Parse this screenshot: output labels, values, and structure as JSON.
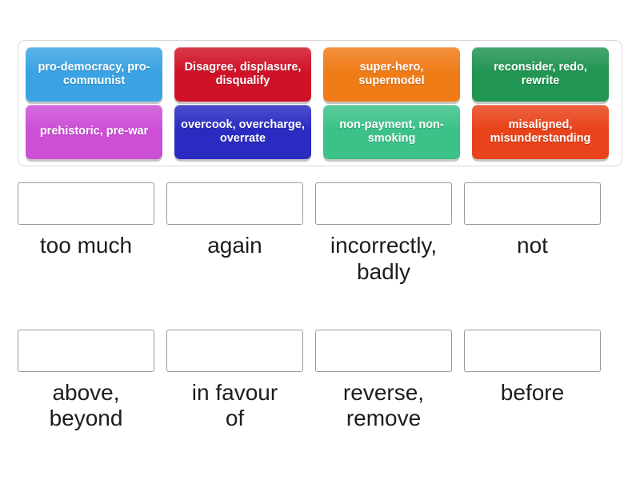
{
  "activity": {
    "type": "match-up-drag-and-drop",
    "tray_label": "draggable-answer-tiles"
  },
  "tiles": [
    {
      "text": "pro-democracy,\npro-communist",
      "color": "#3AA3E3",
      "name": "tile-pro"
    },
    {
      "text": "Disagree, displasure,\ndisqualify",
      "color": "#D01228",
      "name": "tile-dis"
    },
    {
      "text": "super-hero,\nsupermodel",
      "color": "#F07C18",
      "name": "tile-super"
    },
    {
      "text": "reconsider,\nredo, rewrite",
      "color": "#219552",
      "name": "tile-re"
    },
    {
      "text": "prehistoric,\npre-war",
      "color": "#CC4FD6",
      "name": "tile-pre"
    },
    {
      "text": "overcook,\novercharge,\noverrate",
      "color": "#2B2BC2",
      "name": "tile-over"
    },
    {
      "text": "non-payment,\nnon-smoking",
      "color": "#3CC189",
      "name": "tile-non"
    },
    {
      "text": "misaligned,\nmisunderstanding",
      "color": "#E8431A",
      "name": "tile-mis"
    }
  ],
  "answers": [
    {
      "label": "too much",
      "placeholder": "",
      "name": "answer-too-much"
    },
    {
      "label": "again",
      "placeholder": "",
      "name": "answer-again"
    },
    {
      "label": "incorrectly,\nbadly",
      "placeholder": "",
      "name": "answer-incorrectly-badly"
    },
    {
      "label": "not",
      "placeholder": "",
      "name": "answer-not"
    },
    {
      "label": "above,\nbeyond",
      "placeholder": "",
      "name": "answer-above-beyond"
    },
    {
      "label": "in favour\nof",
      "placeholder": "",
      "name": "answer-in-favour-of"
    },
    {
      "label": "reverse,\nremove",
      "placeholder": "",
      "name": "answer-reverse-remove"
    },
    {
      "label": "before",
      "placeholder": "",
      "name": "answer-before"
    }
  ],
  "colors": {
    "tray_border": "#d8d8d8",
    "dropzone_border": "#9a9a9a",
    "label_text": "#1d1d1d",
    "page_background": "#ffffff"
  }
}
